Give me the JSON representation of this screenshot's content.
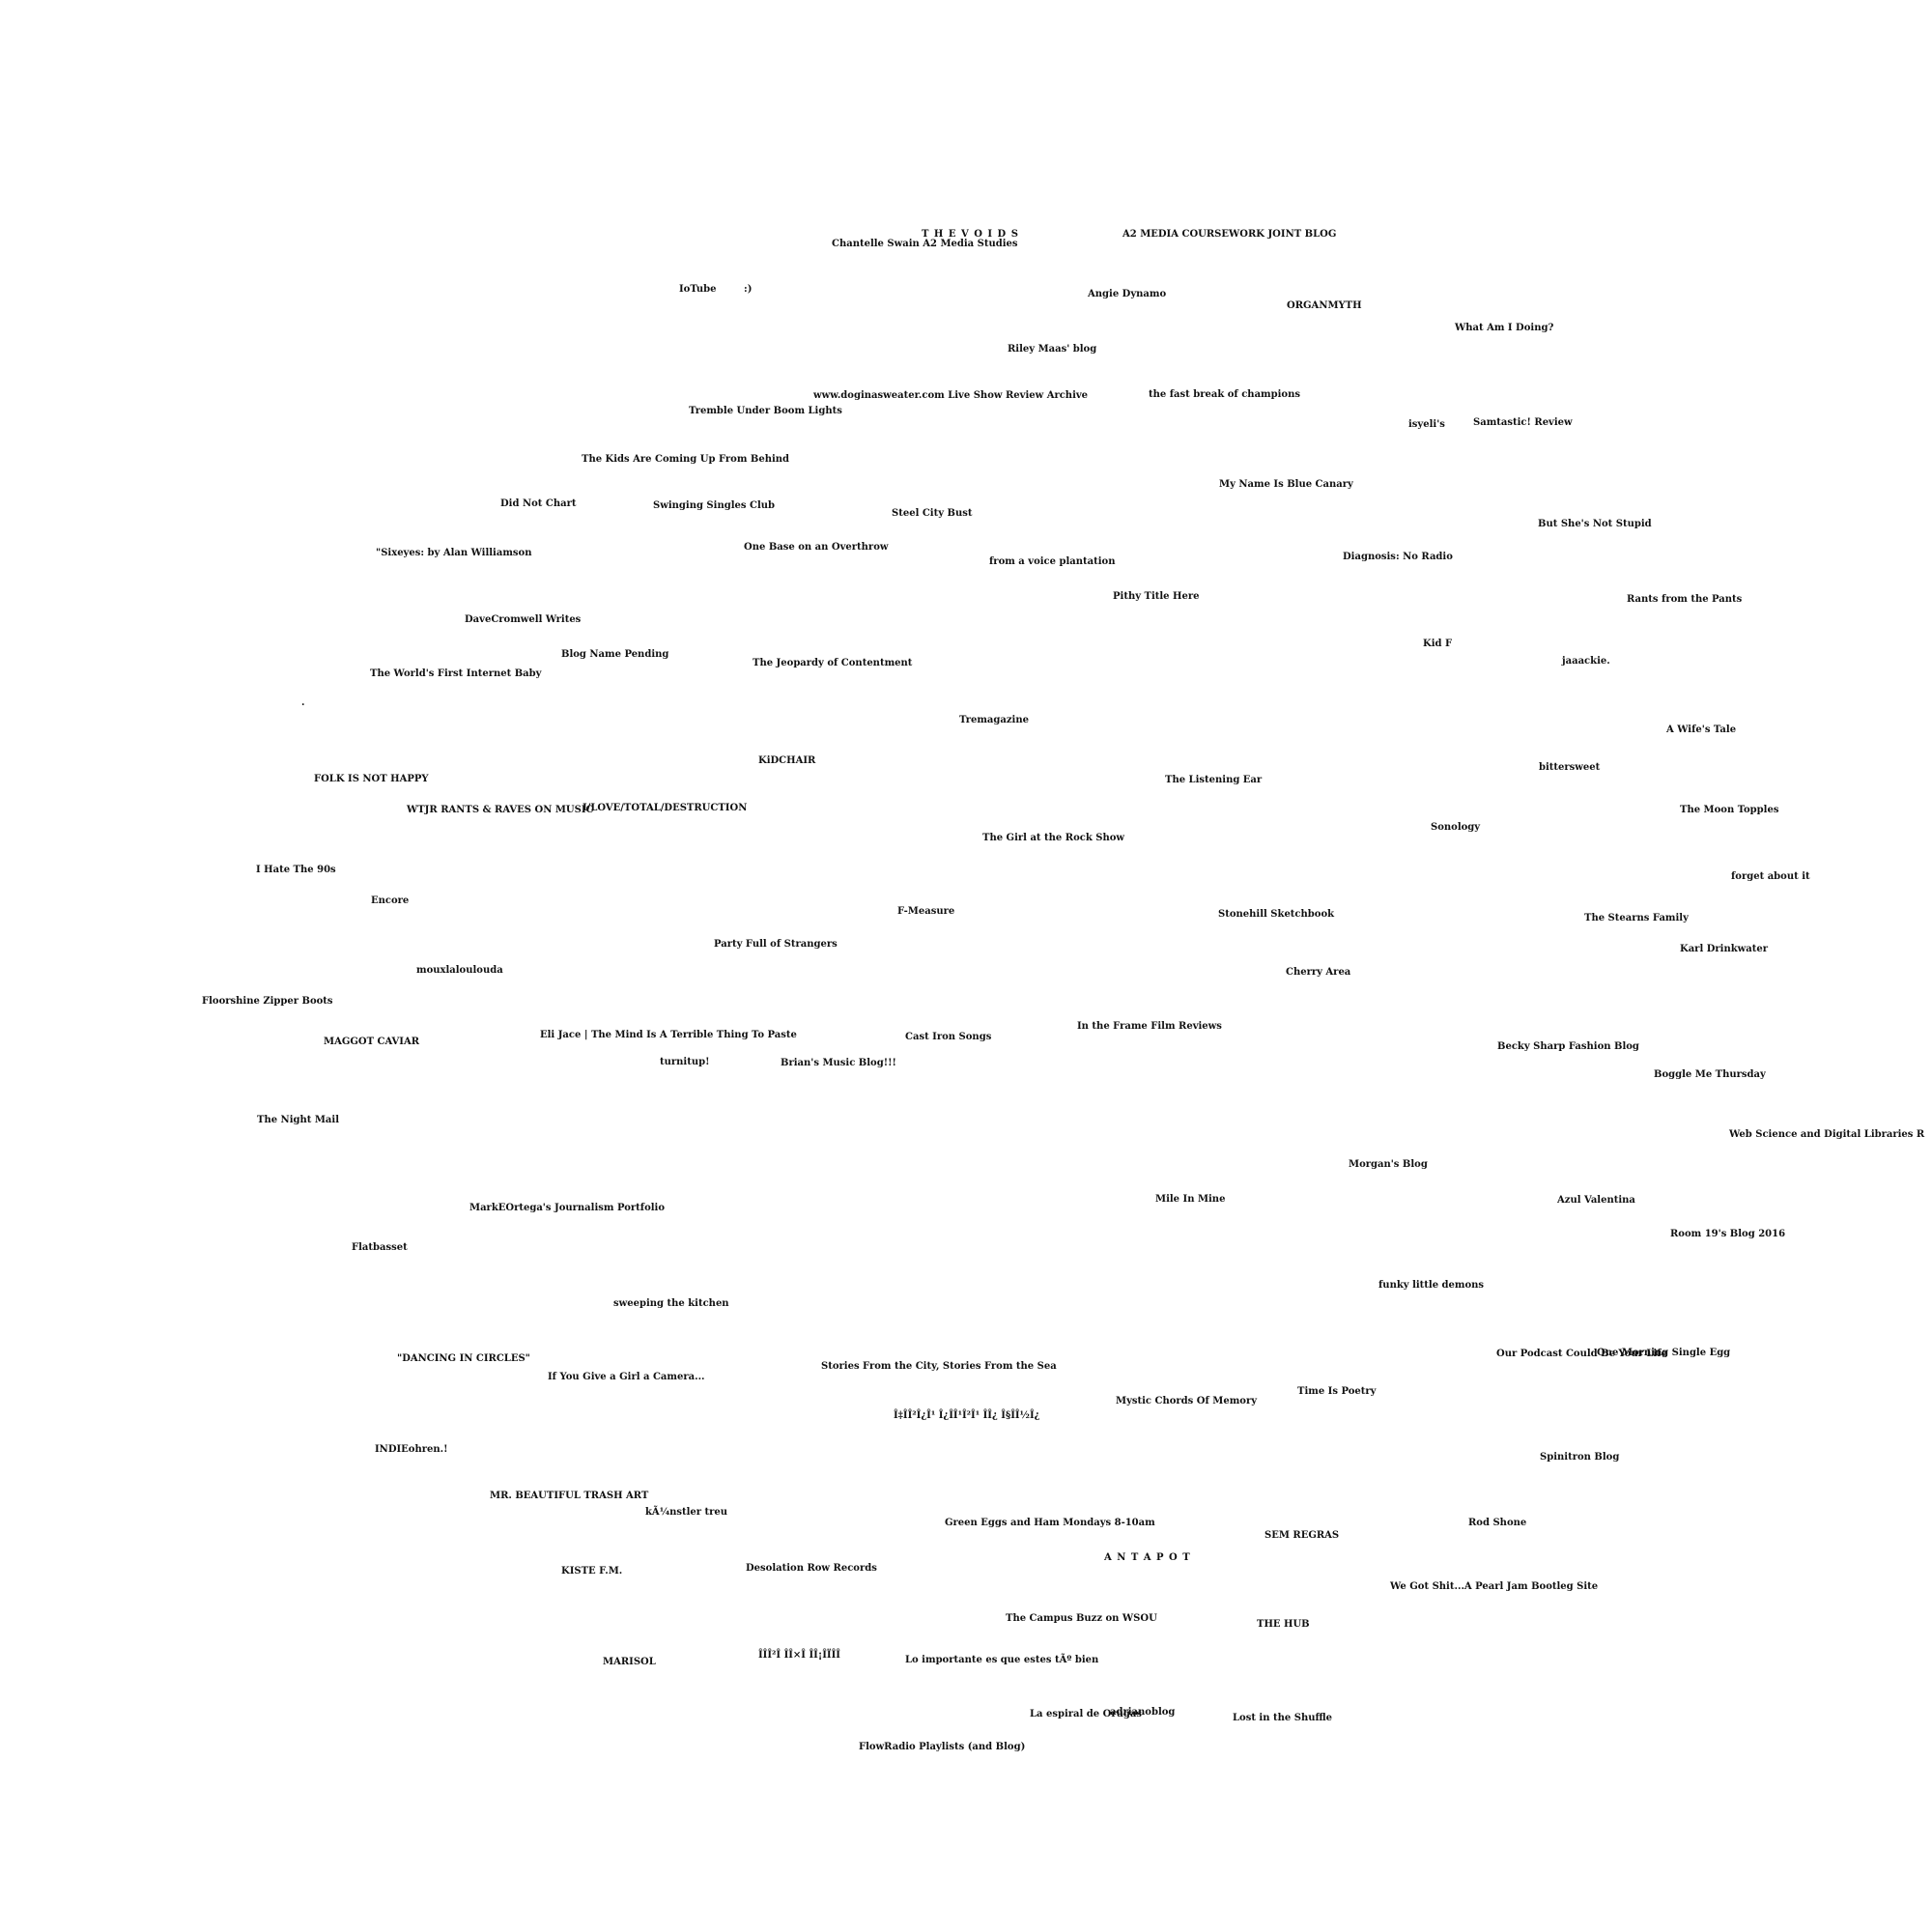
{
  "labels": [
    "T H E V O I D S",
    "A2 MEDIA COURSEWORK JOINT BLOG",
    "Chantelle Swain A2 Media Studies",
    "IoTube",
    ":)",
    "Angie Dynamo",
    "ORGANMYTH",
    "What Am I Doing?",
    "Riley Maas' blog",
    "www.doginasweater.com Live Show Review Archive",
    "the fast break of champions",
    "Tremble Under Boom Lights",
    "isyeli's",
    "Samtastic! Review",
    "The Kids Are Coming Up From Behind",
    "My Name Is Blue Canary",
    "Did Not Chart",
    "Swinging Singles Club",
    "Steel City Bust",
    "But She's Not Stupid",
    "One Base on an Overthrow",
    "\"Sixeyes: by Alan Williamson",
    "from a voice plantation",
    "Diagnosis: No Radio",
    "Pithy Title Here",
    "Rants from the Pants",
    "DaveCromwell Writes",
    "Kid F",
    "Blog Name Pending",
    "jaaackie.",
    "The Jeopardy of Contentment",
    "The World's First Internet Baby",
    ".",
    "Tremagazine",
    "A Wife's Tale",
    "KiDCHAIR",
    "bittersweet",
    "FOLK IS NOT HAPPY",
    "The Listening Ear",
    "WTJR RANTS & RAVES ON MUSIC",
    "I/LOVE/TOTAL/DESTRUCTION",
    "The Moon Topples",
    "Sonology",
    "The Girl at the Rock Show",
    "I Hate The 90s",
    "forget about it",
    "Encore",
    "F-Measure",
    "Stonehill Sketchbook",
    "The Stearns Family",
    "Party Full of Strangers",
    "Karl Drinkwater",
    "mouxlaloulouda",
    "Cherry Area",
    "Floorshine Zipper Boots",
    "In the Frame Film Reviews",
    "Eli Jace | The Mind Is A Terrible Thing To Paste",
    "Cast Iron Songs",
    "MAGGOT CAVIAR",
    "Becky Sharp Fashion Blog",
    "turnitup!",
    "Brian's Music Blog!!!",
    "Boggle Me Thursday",
    "The Night Mail",
    "Web Science and Digital Libraries R",
    "Morgan's Blog",
    "Mile In Mine",
    "Azul Valentina",
    "MarkEOrtega's Journalism Portfolio",
    "Room 19's Blog 2016",
    "Flatbasset",
    "funky little demons",
    "sweeping the kitchen",
    "Our Podcast Could Be Your Life",
    "One Morning Single Egg",
    "\"DANCING IN CIRCLES\"",
    "Stories From the City, Stories From the Sea",
    "If You Give a Girl a Camera...",
    "Time Is Poetry",
    "Mystic Chords Of Memory",
    "Î‡ÎÎ²Î¿Î¹ Î¿ÎÎ¹Î²Î¹ ÎÎ¿ Î§ÎÎ½Î¿",
    "INDIEohren.!",
    "Spinitron Blog",
    "MR. BEAUTIFUL TRASH ART",
    "kÃ¼nstler treu",
    "Green Eggs and Ham Mondays 8-10am",
    "Rod Shone",
    "SEM REGRAS",
    "A N T A P O T",
    "KISTE F.M.",
    "Desolation Row Records",
    "We Got Shit...A Pearl Jam Bootleg Site",
    "The Campus Buzz on WSOU",
    "THE HUB",
    "MARISOL",
    "ÎÎÎ²Î ÎÎ×Î ÎÎ¡ÎÏÎÎ",
    "Lo importante es que estes tÃº bien",
    "La espiral de Orugas",
    "adrianoblog",
    "Lost in the Shuffle",
    "FlowRadio Playlists (and Blog)"
  ]
}
